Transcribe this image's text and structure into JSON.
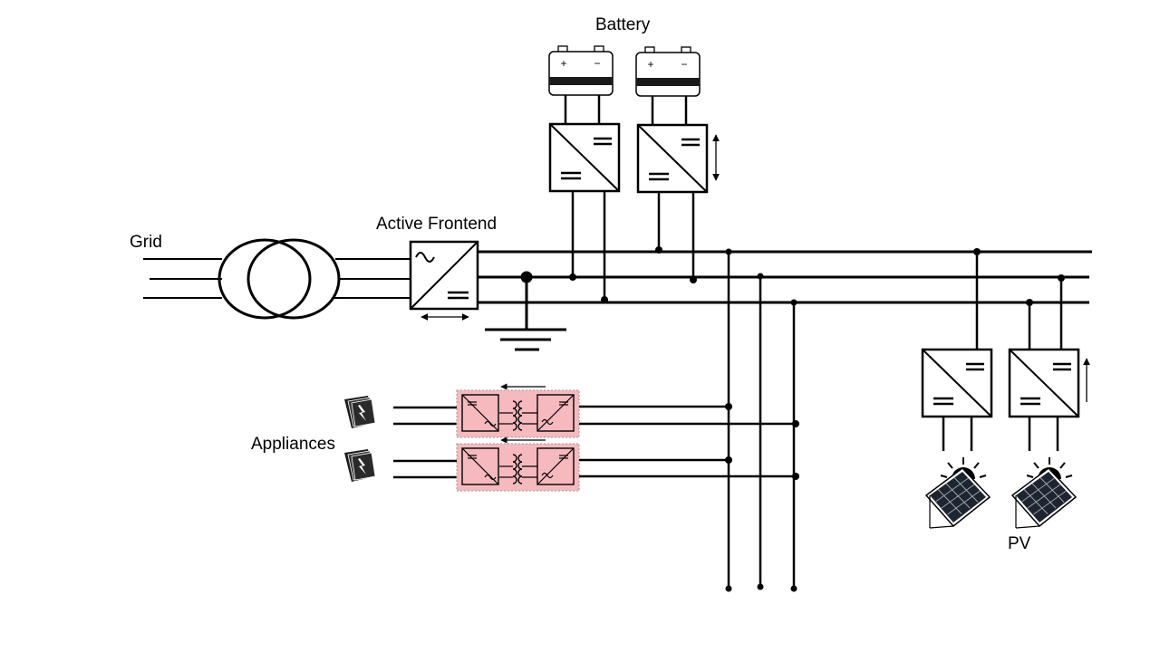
{
  "labels": {
    "battery": "Battery",
    "grid": "Grid",
    "active_frontend": "Active Frontend",
    "appliances": "Appliances",
    "pv": "PV"
  },
  "battery_terminals": {
    "plus": "+",
    "minus": "−"
  },
  "colors": {
    "line": "#000000",
    "appliance_converter_fill": "#f6b9be",
    "appliance_converter_border": "#9a9a9a"
  }
}
